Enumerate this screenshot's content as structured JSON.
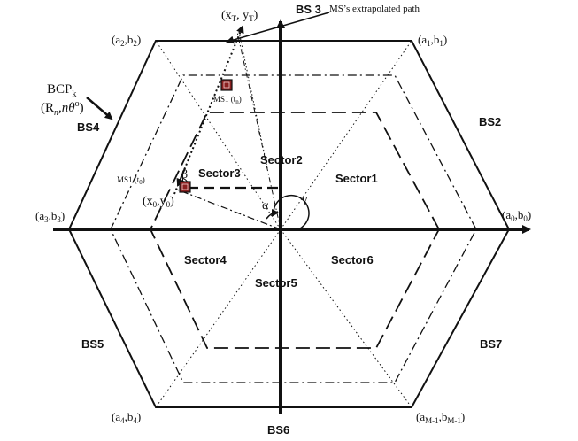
{
  "axis_top_label": "BS 3",
  "axis_bottom_label": "BS6",
  "stations": {
    "bs2": "BS2",
    "bs4": "BS4",
    "bs5": "BS5",
    "bs7": "BS7"
  },
  "vertices": {
    "a0": {
      "base": "(a",
      "sub": "0",
      "mid": ",b",
      "sub2": "0",
      "end": ")"
    },
    "a1": {
      "base": "(a",
      "sub": "1",
      "mid": ",b",
      "sub2": "1",
      "end": ")"
    },
    "a2": {
      "base": "(a",
      "sub": "2",
      "mid": ",b",
      "sub2": "2",
      "end": ")"
    },
    "a3": {
      "base": "(a",
      "sub": "3",
      "mid": ",b",
      "sub2": "3",
      "end": ")"
    },
    "a4": {
      "base": "(a",
      "sub": "4",
      "mid": ",b",
      "sub2": "4",
      "end": ")"
    },
    "aM": {
      "base": "(a",
      "sub": "M-1",
      "mid": ",b",
      "sub2": "M-1",
      "end": ")"
    }
  },
  "sectors": {
    "s1": "Sector1",
    "s2": "Sector2",
    "s3": "Sector3",
    "s4": "Sector4",
    "s5": "Sector5",
    "s6": "Sector6"
  },
  "bcp": {
    "line1_base": "BCP",
    "line1_sub": "k",
    "line2": "(R",
    "line2_sub": "n",
    "line2_mid": ",nθ",
    "line2_sup": "o",
    "line2_end": ")"
  },
  "path_label": "MS’s extrapolated path",
  "target": {
    "open": "(x",
    "sub1": "T",
    "mid": ", y",
    "sub2": "T",
    "close": ")"
  },
  "origin_pt": {
    "open": "(x",
    "sub1": "0",
    "mid": ",y",
    "sub2": "0",
    "close": ")"
  },
  "ms1_t0": "MS1 (t",
  "ms1_t0_sub": "0",
  "ms1_tn": "MS1 (t",
  "ms1_tn_sub": "n",
  "close_paren": ")",
  "angles": {
    "alpha": "α",
    "beta": "β",
    "gamma": "γ"
  }
}
